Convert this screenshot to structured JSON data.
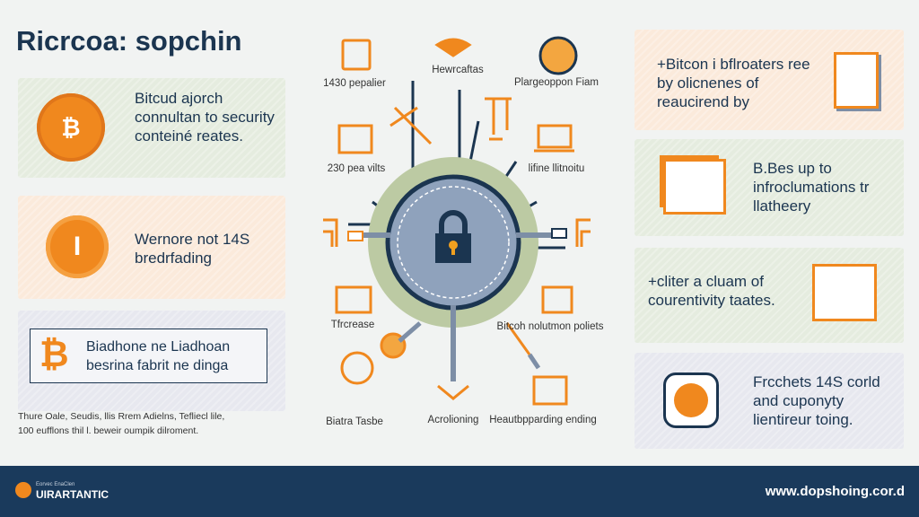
{
  "title": "Ricrcoa: sopchin",
  "left_cards": [
    {
      "text": "Bitcud ajorch connultan to security conteiné reates.",
      "icon": "bitcoin-badge-icon"
    },
    {
      "text": "Wernore not 14S bredrfading",
      "icon": "pillar-coin-icon"
    },
    {
      "text": "Biadhone ne Liadhoan besrina fabrit ne dinga",
      "icon": "bitcoin-icon"
    }
  ],
  "footnote": [
    "Thure Oale, Seudis, llis Rrem Adielns, Tefliecl lile,",
    "100 eufflons thil l. beweir oumpik dilroment."
  ],
  "hub": {
    "icon": "padlock-icon",
    "labels": [
      "1430 pepalier",
      "Hewrcaftas",
      "Plargeoppon Fiam",
      "230 pea vilts",
      "lifine llitnoitu",
      "Tfrcrease",
      "Bitcoh nolutmon poliets",
      "Biatra Tasbe",
      "Acrolioning",
      "Heautbpparding ending"
    ]
  },
  "right_cards": [
    {
      "text": "+Bitcon i bflroaters ree by olicnenes of reaucirend by",
      "icon": "documents-icon"
    },
    {
      "text": "B.Bes up to infroclumations tr llatheery",
      "icon": "files-icon"
    },
    {
      "text": "+cliter a cluam of courentivity taates.",
      "icon": "bar-chart-icon"
    },
    {
      "text": "Frcchets 14S corld and cuponyty lientireur toing.",
      "icon": "network-icon"
    }
  ],
  "footer": {
    "brand_small": "Eorvec EnaClen",
    "brand": "UIRARTANTIC",
    "url": "www.dopshoing.cor.d"
  },
  "colors": {
    "navy": "#1b3550",
    "orange": "#f0881e",
    "footer": "#1a3a5c"
  }
}
